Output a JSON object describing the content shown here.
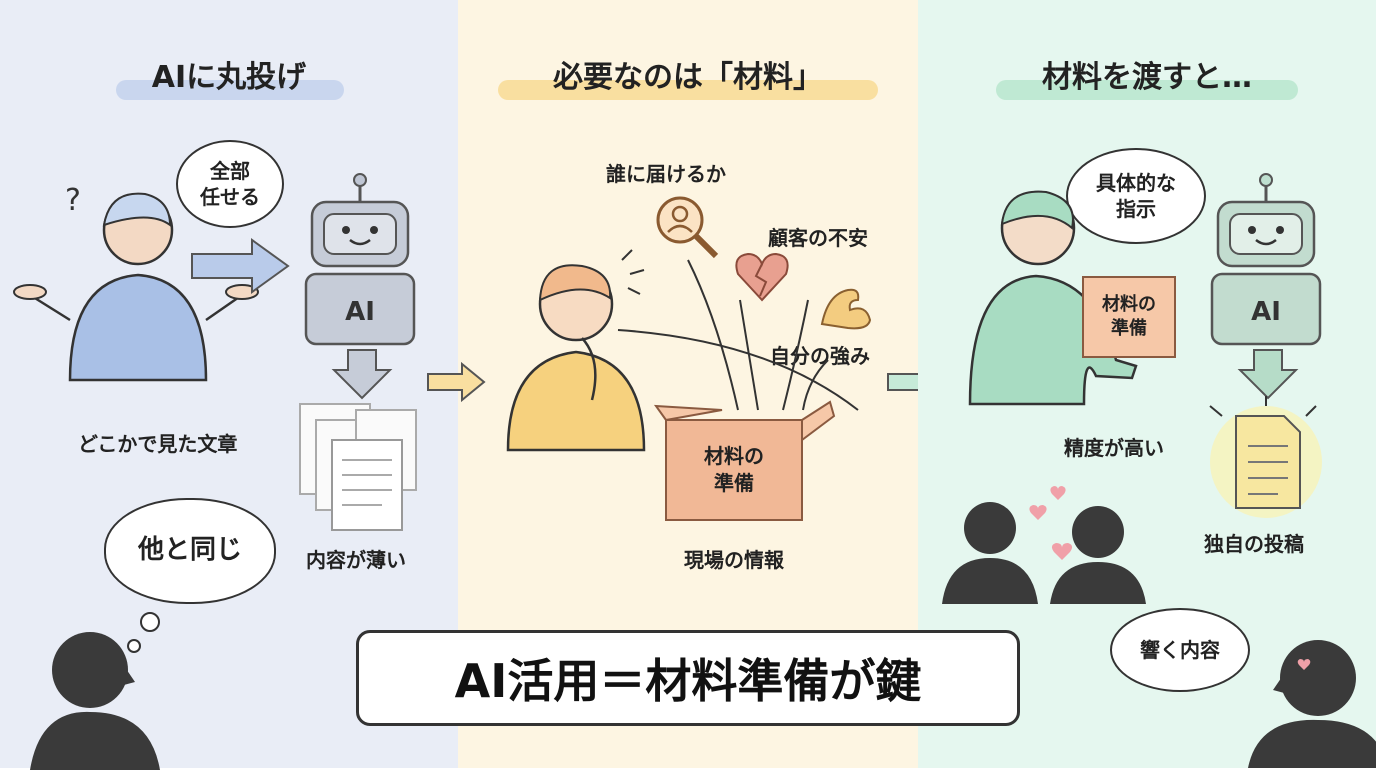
{
  "left": {
    "title": "AIに丸投げ",
    "speech": "全部\n任せる",
    "robot_label": "AI",
    "generic_text": "どこかで見た文章",
    "thin_content": "内容が薄い",
    "thought": "他と同じ"
  },
  "middle": {
    "title": "必要なのは「材料」",
    "item_target": "誰に届けるか",
    "item_anxiety": "顧客の不安",
    "item_strength": "自分の強み",
    "box": "材料の\n準備",
    "field_info": "現場の情報"
  },
  "right": {
    "title": "材料を渡すと…",
    "speech": "具体的な\n指示",
    "box": "材料の\n準備",
    "robot_label": "AI",
    "accuracy": "精度が高い",
    "original_post": "独自の投稿",
    "resonate": "響く内容"
  },
  "banner": "AI活用＝材料準備が鍵",
  "colors": {
    "left_bg": "#e9edf6",
    "middle_bg": "#fdf5e2",
    "right_bg": "#e5f7ef",
    "box": "#f6c8a8"
  }
}
